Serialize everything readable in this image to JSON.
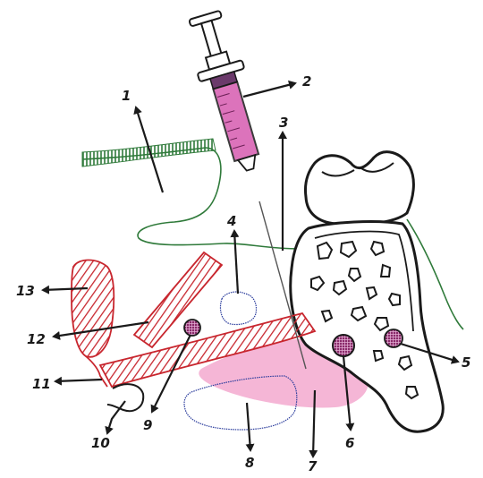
{
  "labels": {
    "l1": "1",
    "l2": "2",
    "l3": "3",
    "l4": "4",
    "l5": "5",
    "l6": "6",
    "l7": "7",
    "l8": "8",
    "l9": "9",
    "l10": "10",
    "l11": "11",
    "l12": "12",
    "l13": "13"
  },
  "colors": {
    "ink": "#1a1a1a",
    "red_hatch": "#c8262e",
    "green_line": "#2f7a3a",
    "blue_outline": "#2a3c9c",
    "pink_fill": "#f3a9cf",
    "magenta_dot": "#8a2a6a",
    "syringe_pink": "#d65bb0"
  }
}
